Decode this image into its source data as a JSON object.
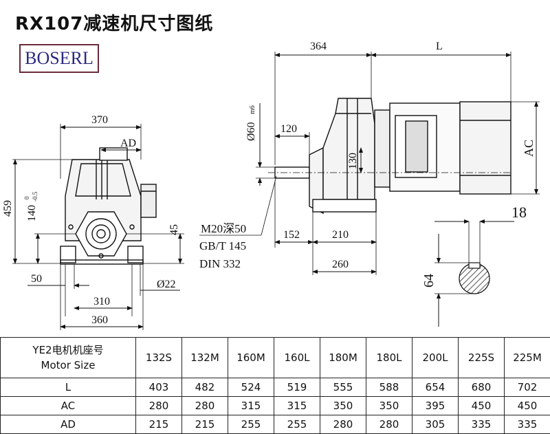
{
  "title": "RX107减速机尺寸图纸",
  "brand": "BOSERL",
  "dims": {
    "d370": "370",
    "ad": "AD",
    "d459": "459",
    "d140": "140",
    "d140_tol_up": "0",
    "d140_tol_down": "-0.5",
    "d45": "45",
    "d50": "50",
    "d22": "Ø22",
    "d310": "310",
    "d360": "360",
    "d364": "364",
    "dL": "L",
    "d60": "Ø60",
    "d60_fit": "m6",
    "d120": "120",
    "d130": "130",
    "dAC": "AC",
    "thread": "M20深50",
    "std1": "GB/T 145",
    "std2": "DIN 332",
    "d152": "152",
    "d210": "210",
    "d260": "260",
    "d18": "18",
    "d64": "64"
  },
  "table": {
    "header_line1": "YE2电机机座号",
    "header_line2": "Motor Size",
    "sizes": [
      "132S",
      "132M",
      "160M",
      "160L",
      "180M",
      "180L",
      "200L",
      "225S",
      "225M"
    ],
    "rows": [
      {
        "label": "L",
        "values": [
          "403",
          "482",
          "524",
          "519",
          "555",
          "588",
          "654",
          "680",
          "702"
        ]
      },
      {
        "label": "AC",
        "values": [
          "280",
          "280",
          "315",
          "315",
          "350",
          "350",
          "395",
          "450",
          "450"
        ]
      },
      {
        "label": "AD",
        "values": [
          "215",
          "215",
          "255",
          "255",
          "280",
          "280",
          "305",
          "335",
          "335"
        ]
      }
    ]
  }
}
